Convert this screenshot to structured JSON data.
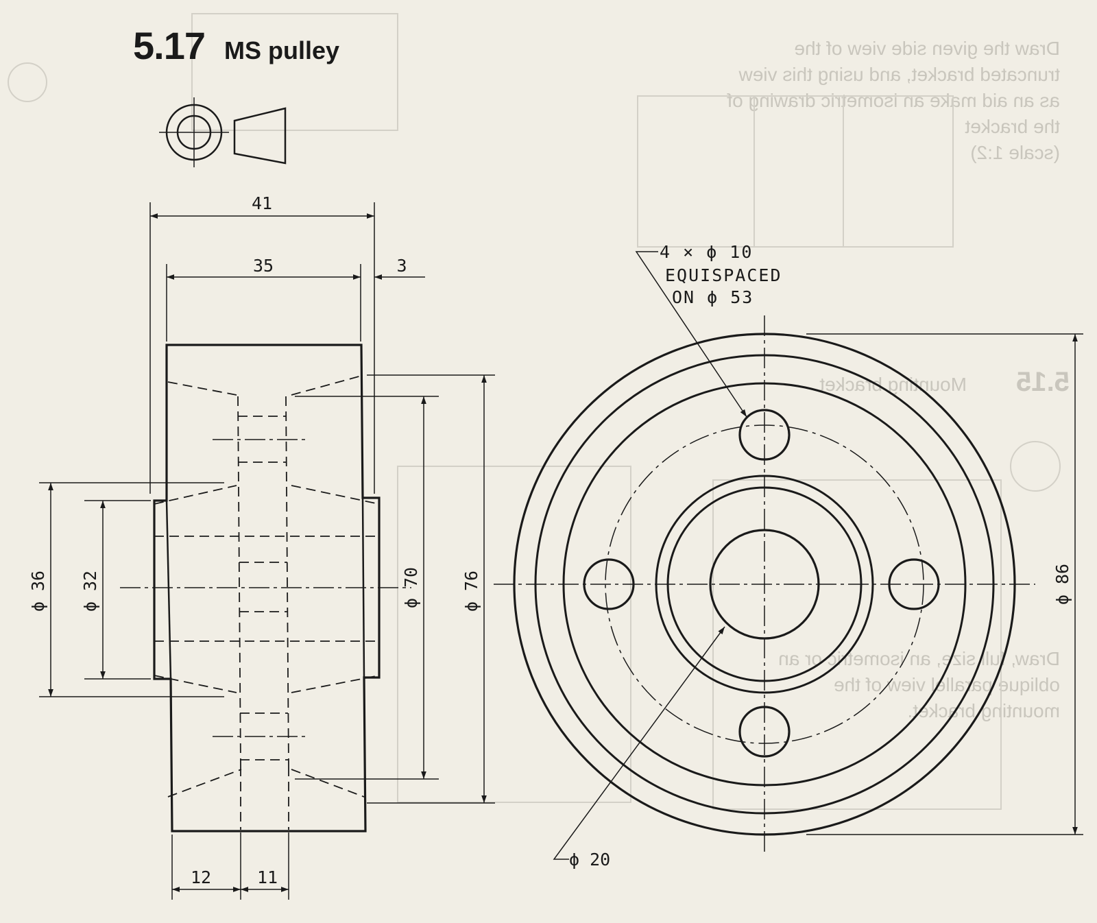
{
  "exercise": {
    "number": "5.17",
    "title": "MS pulley"
  },
  "dimensions": {
    "overall_width": "41",
    "rim_width": "35",
    "hub_projection": "3",
    "hub_left_step": "12",
    "hub_mid_step": "11",
    "hub_dia_outer": "ϕ 36",
    "hub_dia_inner": "ϕ 32",
    "web_dia_a": "ϕ 70",
    "web_dia_b": "ϕ 76",
    "outer_dia": "ϕ 86",
    "bore_dia": "ϕ 20"
  },
  "hole_note": {
    "line1": "4 × ϕ 10",
    "line2": "EQUISPACED",
    "line3": "ON ϕ 53"
  },
  "show_through_text": {
    "line1": "Draw the given side view of the",
    "line2": "truncated bracket, and using this view",
    "line3": "as an aid make an isometric drawing of",
    "line4": "the bracket",
    "line5": "(scale 1:2)",
    "heading_num": "5.15",
    "heading_title": "Mounting bracket",
    "line6": "Draw, full size, an isometric or an",
    "line7": "oblique parallel view of the",
    "line8": "mounting bracket."
  },
  "colors": {
    "paper": "#f1eee5",
    "ink": "#1a1a1a",
    "ghost": "#c9c6bd"
  }
}
